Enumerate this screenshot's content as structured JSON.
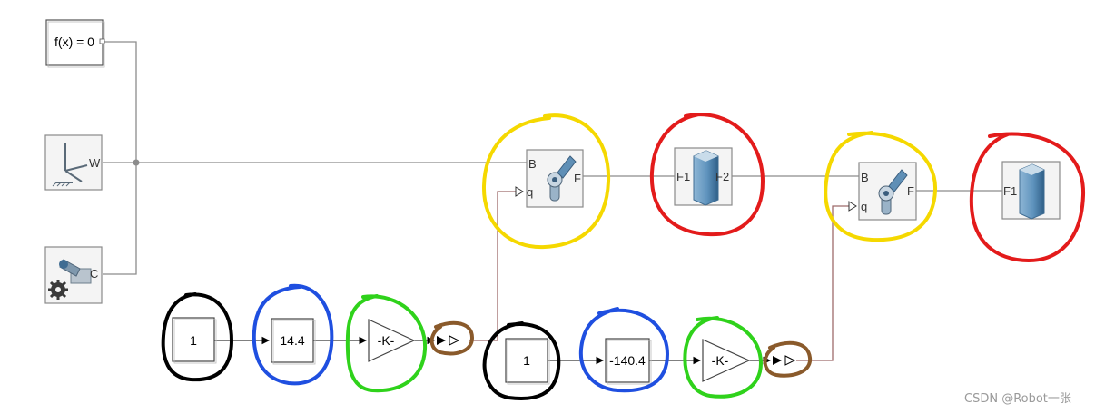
{
  "blocks": {
    "solver": {
      "label": "f(x) = 0"
    },
    "world": {
      "port_w": "W"
    },
    "config": {
      "port_c": "C"
    },
    "joint1": {
      "port_b": "B",
      "port_f": "F",
      "port_q": "q"
    },
    "solid1": {
      "port_f1": "F1",
      "port_f2": "F2"
    },
    "joint2": {
      "port_b": "B",
      "port_f": "F",
      "port_q": "q"
    },
    "solid2": {
      "port_f1": "F1"
    },
    "const1": {
      "value": "1"
    },
    "tf1": {
      "value": "14.4"
    },
    "gain1": {
      "value": "-K-"
    },
    "const2": {
      "value": "1"
    },
    "tf2": {
      "value": "-140.4"
    },
    "gain2": {
      "value": "-K-"
    }
  },
  "annotation_colors": {
    "yellow": "#f5d800",
    "red": "#e31b1b",
    "black": "#000000",
    "blue": "#1f4fe0",
    "green": "#2fd21b",
    "brown": "#8a5a2b"
  },
  "watermark": "CSDN @Robot一张"
}
